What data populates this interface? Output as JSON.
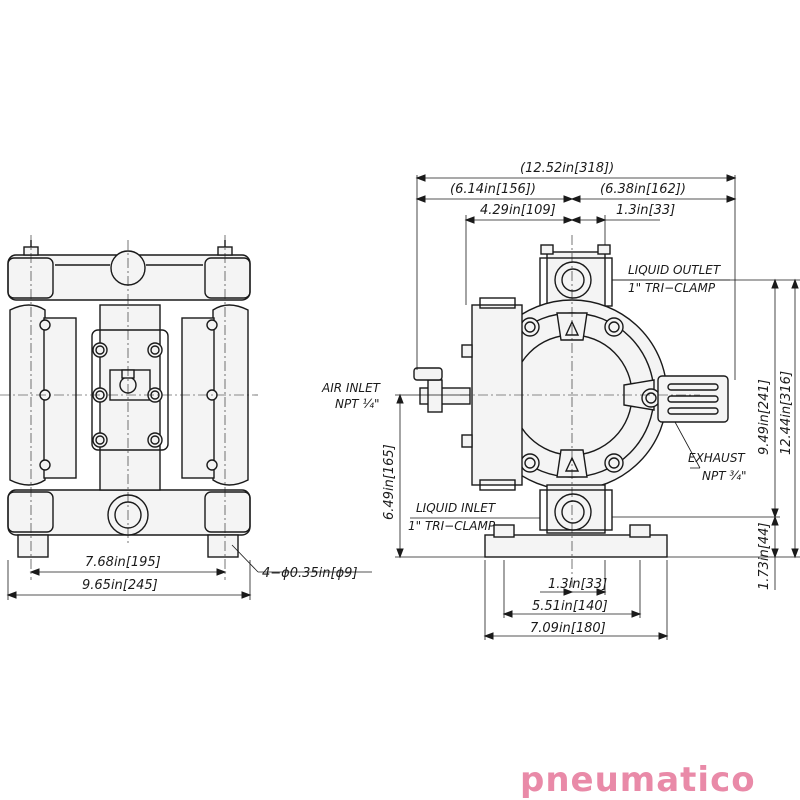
{
  "dimensions": {
    "overall_width": "(12.52in[318])",
    "left_half": "(6.14in[156])",
    "right_half": "(6.38in[162])",
    "inlet_offset": "4.29in[109]",
    "outlet_offset": "1.3in[33]",
    "bolt_spacing": "7.68in[195]",
    "base_width": "9.65in[245]",
    "mount_holes": "4−ϕ0.35in[ϕ9]",
    "air_height": "6.49in[165]",
    "outlet_height": "9.49in[241]",
    "overall_height": "12.44in[316]",
    "inlet_height": "1.73in[44]",
    "base_offset": "1.3in[33]",
    "base_holes": "5.51in[140]",
    "base_total": "7.09in[180]"
  },
  "labels": {
    "air_inlet": "AIR INLET",
    "air_inlet_size": "NPT ¼\"",
    "liquid_outlet": "LIQUID OUTLET",
    "liquid_outlet_size": "1\" TRI−CLAMP",
    "liquid_inlet": "LIQUID INLET",
    "liquid_inlet_size": "1\" TRI−CLAMP",
    "exhaust": "EXHAUST",
    "exhaust_size": "NPT ¾\""
  },
  "brand": {
    "logo_text": "pneumatico",
    "logo_color": "#e98aa8"
  }
}
